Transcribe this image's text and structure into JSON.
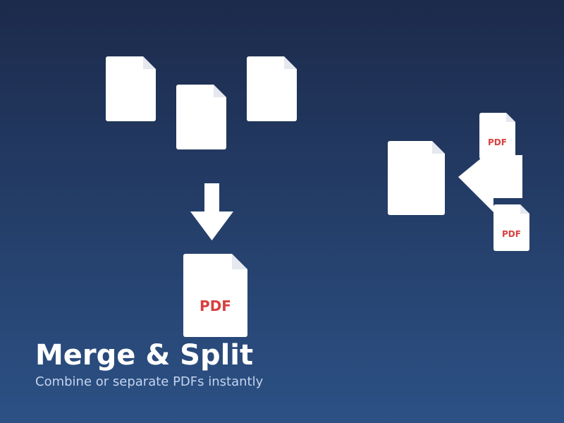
{
  "hero": {
    "title": "Merge & Split",
    "subtitle": "Combine or separate PDFs instantly"
  },
  "merge": {
    "output_label": "PDF"
  },
  "split": {
    "output_label_top": "PDF",
    "output_label_bottom": "PDF"
  },
  "colors": {
    "background_top": "#1c2a4b",
    "background_bottom": "#2c5185",
    "document": "#ffffff",
    "fold": "#e6e8ef",
    "pdf_accent": "#d93f3f",
    "subtitle": "#c4d4ee"
  },
  "icons": {
    "merge_arrow": "arrow-down-icon",
    "split_arrow": "arrow-left-icon",
    "document": "document-icon"
  }
}
